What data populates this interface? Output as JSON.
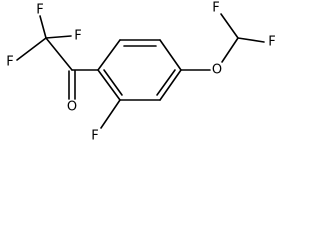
{
  "molecule": {
    "atoms": {
      "f_cf3_top": "F",
      "f_cf3_left": "F",
      "f_cf3_right": "F",
      "o_carbonyl": "O",
      "f_ring": "F",
      "o_ether": "O",
      "f_chf2_left": "F",
      "f_chf2_right": "F"
    }
  }
}
